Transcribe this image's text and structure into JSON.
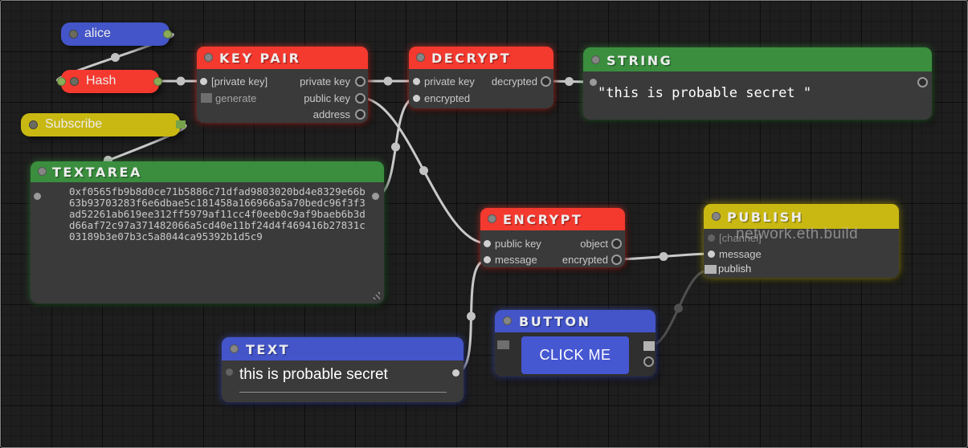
{
  "canvas": {
    "watermark": "network.eth.build"
  },
  "colors": {
    "node_red": "#f4392f",
    "node_blue": "#4355c8",
    "node_green": "#3a8e3e",
    "node_yellow": "#c9b812",
    "node_body": "#3a3a3a",
    "wire": "#c9c9c9",
    "wire_dark": "#4f4f4f",
    "background": "#1e1e1e"
  },
  "nodes": {
    "alice": {
      "title": "alice"
    },
    "hash": {
      "title": "Hash"
    },
    "subscribe": {
      "title": "Subscribe"
    },
    "keypair": {
      "title": "KEY PAIR",
      "in_private_key": "[private key]",
      "in_generate": "generate",
      "out_private_key": "private key",
      "out_public_key": "public key",
      "out_address": "address"
    },
    "decrypt": {
      "title": "DECRYPT",
      "in_private_key": "private key",
      "in_encrypted": "encrypted",
      "out_decrypted": "decrypted"
    },
    "string": {
      "title": "STRING",
      "value": "\"this is probable secret \""
    },
    "textarea": {
      "title": "TEXTAREA",
      "lines": [
        "0xf0565fb9b8d0ce71b5886c71dfad9803020bd4e8329e66b",
        "63b93703283f6e6dbae5c181458a166966a5a70bedc96f3f3",
        "ad52261ab619ee312ff5979af11cc4f0eeb0c9af9baeb6b3d",
        "d66af72c97a371482066a5cd40e11bf24d4f469416b27831c",
        "03189b3e07b3c5a8044ca95392b1d5c9"
      ]
    },
    "encrypt": {
      "title": "ENCRYPT",
      "in_public_key": "public key",
      "in_message": "message",
      "out_object": "object",
      "out_encrypted": "encrypted"
    },
    "publish": {
      "title": "PUBLISH",
      "in_channel": "[channel]",
      "in_message": "message",
      "in_publish": "publish"
    },
    "text": {
      "title": "TEXT",
      "value": "this is probable secret"
    },
    "button": {
      "title": "BUTTON",
      "label": "CLICK ME"
    }
  }
}
